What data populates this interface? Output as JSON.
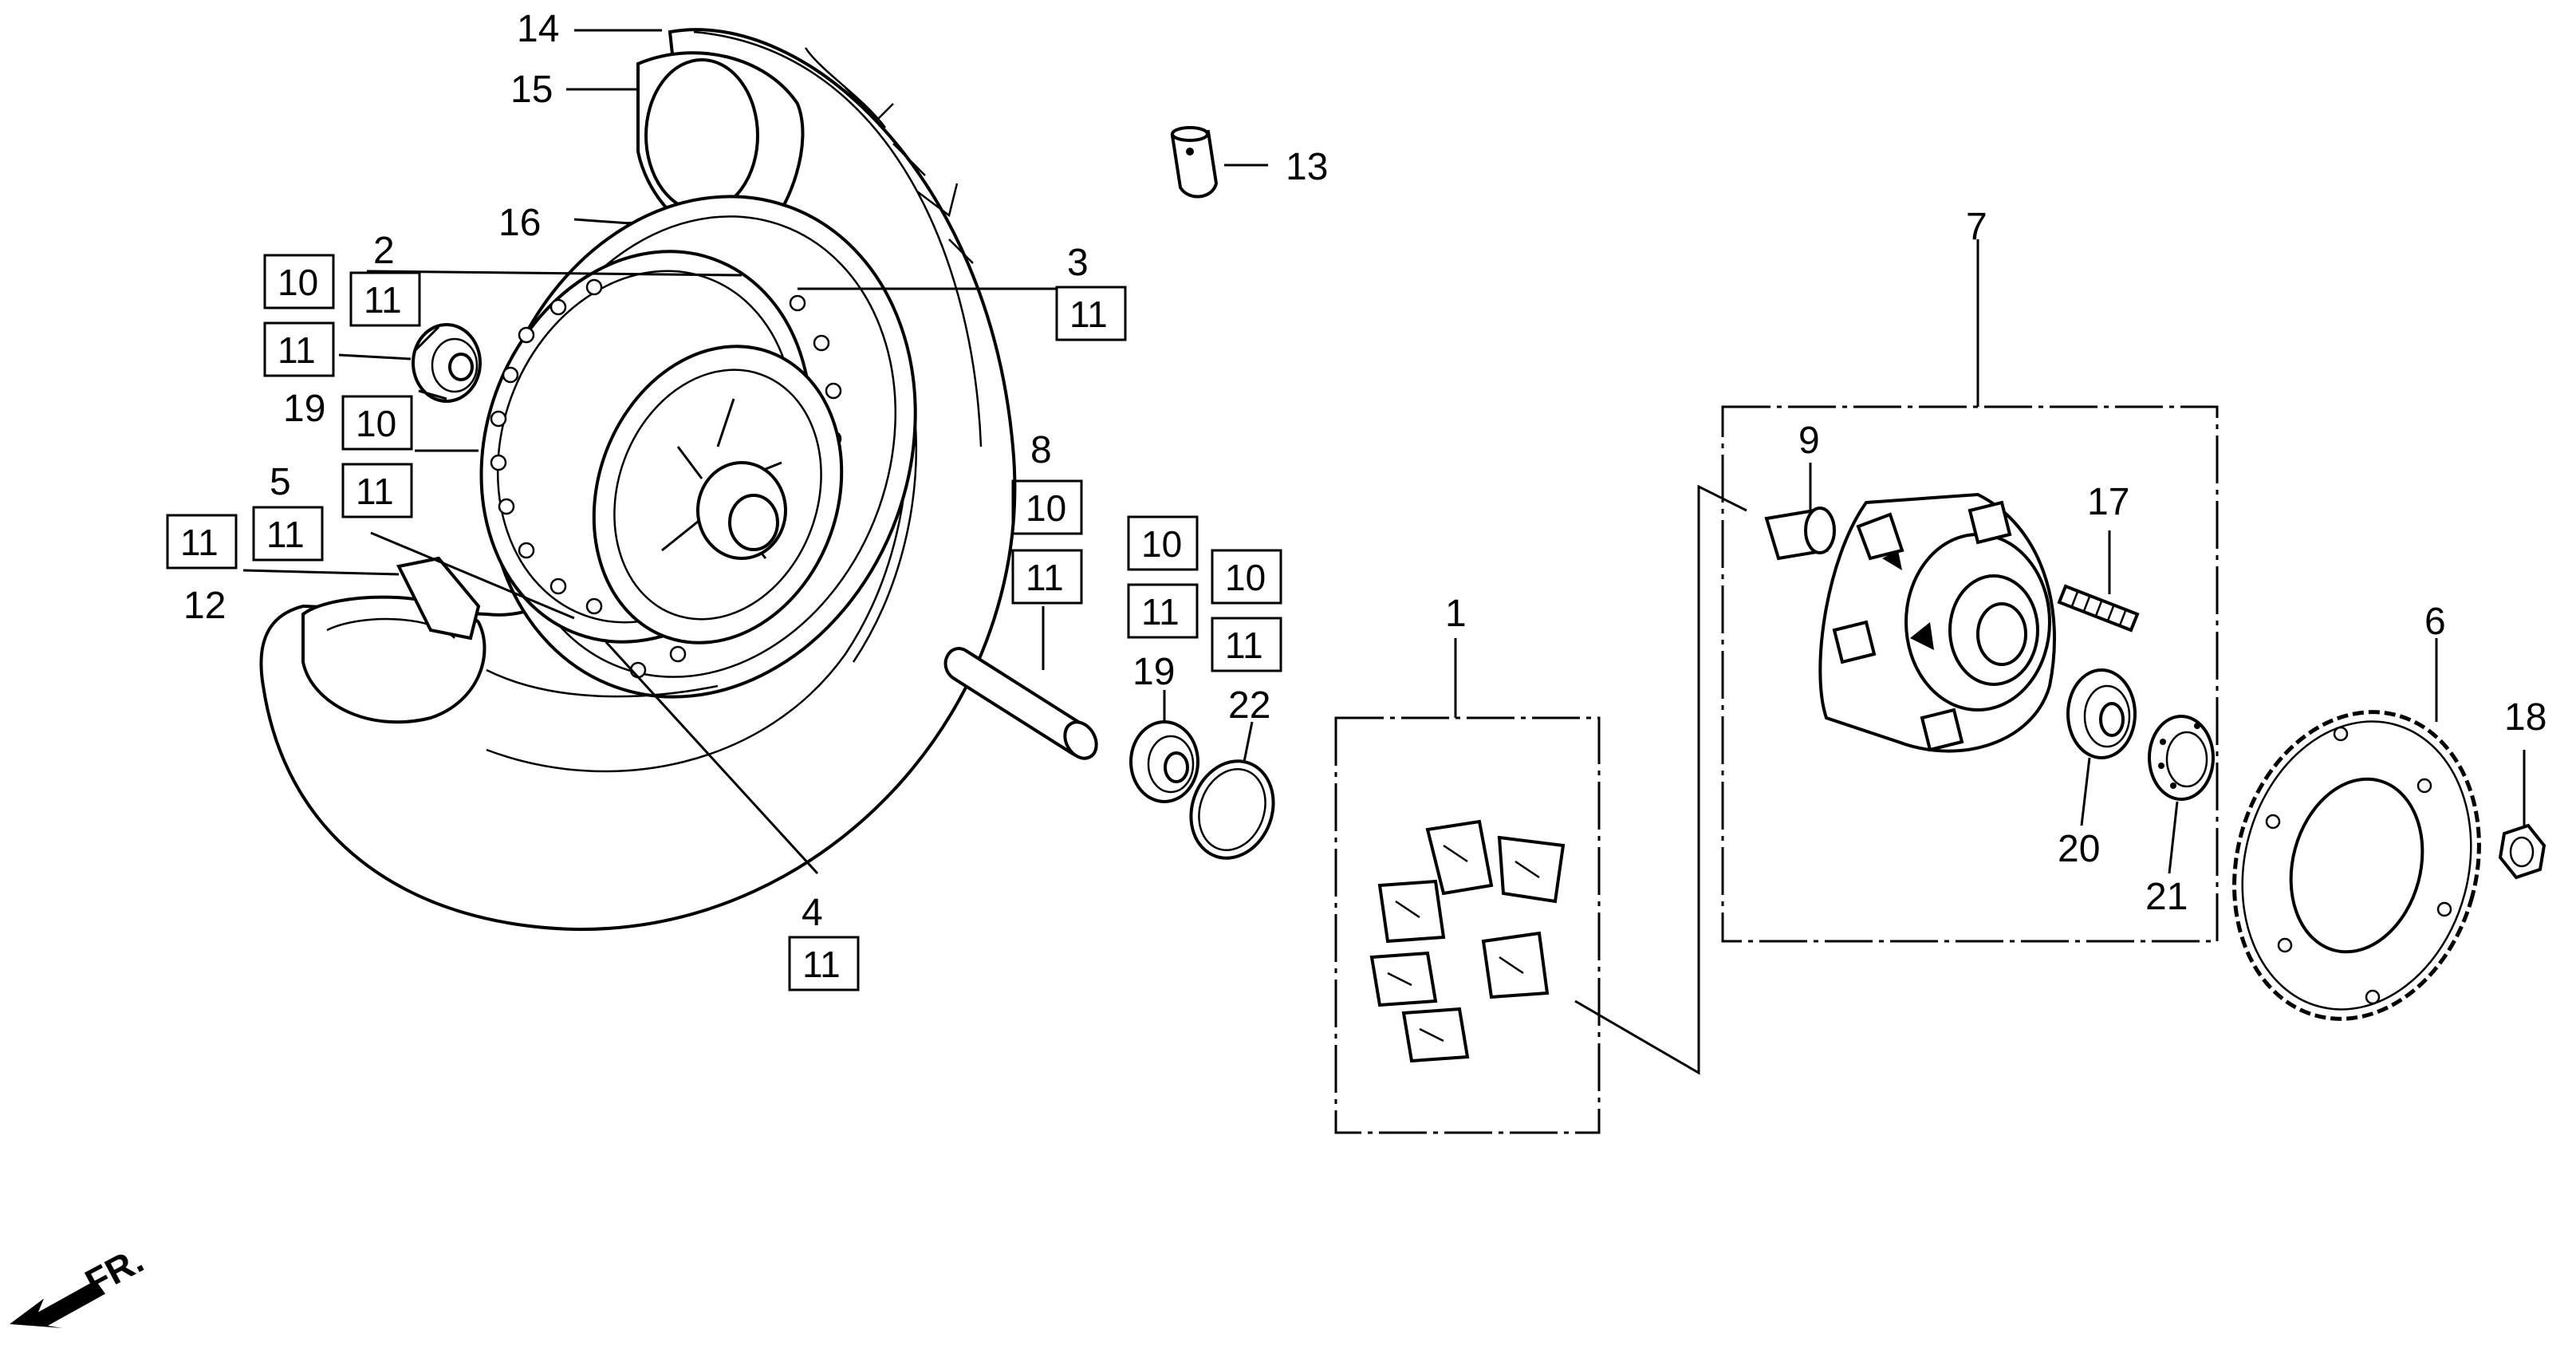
{
  "diagram": {
    "callouts": {
      "p1": "1",
      "p2": "2",
      "p3": "3",
      "p4": "4",
      "p5": "5",
      "p6": "6",
      "p7": "7",
      "p8": "8",
      "p9": "9",
      "p12": "12",
      "p13": "13",
      "p14": "14",
      "p15": "15",
      "p16": "16",
      "p17": "17",
      "p18": "18",
      "p19a": "19",
      "p19b": "19",
      "p20": "20",
      "p21": "21",
      "p22": "22"
    },
    "boxed_labels": {
      "b10_a": "10",
      "b11_a": "11",
      "b11_b": "11",
      "b10_b": "10",
      "b11_c": "11",
      "b11_d": "11",
      "b11_e": "11",
      "b11_f": "11",
      "b11_g": "11",
      "b10_c": "10",
      "b11_h": "11",
      "b10_d": "10",
      "b11_i": "11",
      "b10_e": "10",
      "b11_j": "11"
    },
    "front_indicator": "FR."
  }
}
